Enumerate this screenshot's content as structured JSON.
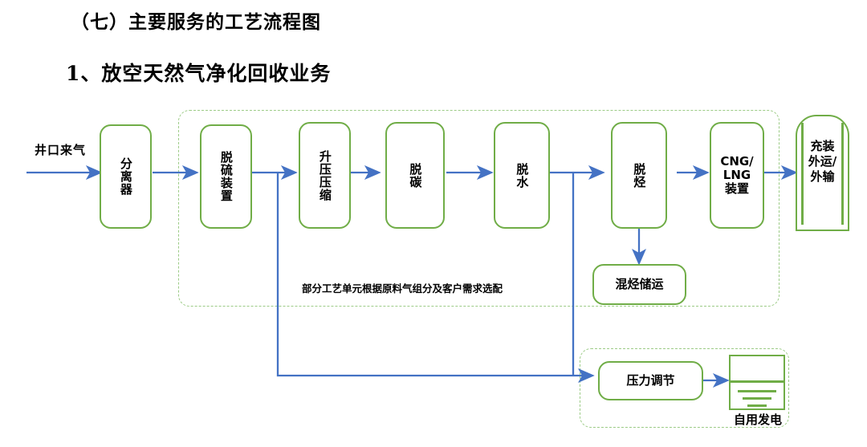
{
  "document": {
    "heading_section": "（七）主要服务的工艺流程图",
    "heading_item": "1、放空天然气净化回收业务"
  },
  "colors": {
    "box_border": "#70AD47",
    "arrow": "#4472C4",
    "group_dash": "#9CCB86",
    "background": "#FFFFFF"
  },
  "diagram": {
    "input_label": "井口来气",
    "optional_note": "部分工艺单元根据原料气组分及客户需求选配",
    "nodes": {
      "separator": "分离器",
      "desulfurization": "脱硫装置",
      "compression": "升压压缩",
      "decarbonization": "脱碳",
      "dehydration": "脱水",
      "dehydrocarbonization": "脱烃",
      "cng_lng_unit": "CNG/\nLNG\n装置",
      "cng_lng_line1": "CNG/",
      "cng_lng_line2": "LNG",
      "cng_lng_line3": "装置",
      "filling_transport_line1": "充装",
      "filling_transport_line2": "外运/",
      "filling_transport_line3": "外输",
      "mixed_hydrocarbon_storage": "混烃储运",
      "pressure_regulation": "压力调节",
      "self_use_power": "自用发电"
    }
  }
}
